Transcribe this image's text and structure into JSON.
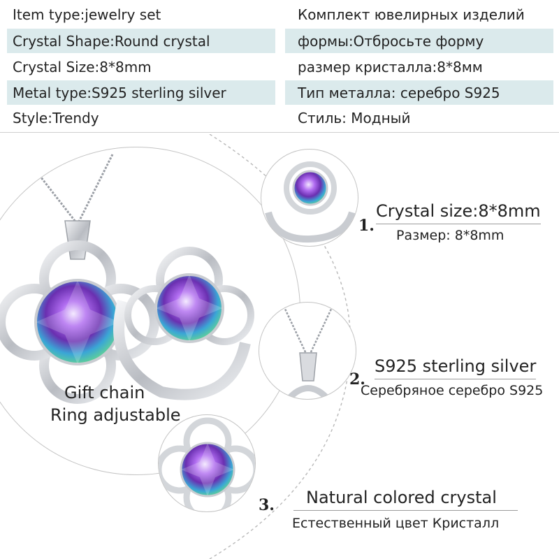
{
  "specs": {
    "left": [
      "Item type:jewelry set",
      "Crystal Shape:Round crystal",
      "Crystal Size:8*8mm",
      "Metal type:S925 sterling silver",
      "Style:Trendy"
    ],
    "right": [
      "Комплект ювелирных изделий",
      "формы:Отбросьте форму",
      "размер кристалла:8*8мм",
      "Тип металла: серебро S925",
      "Стиль: Модный"
    ]
  },
  "captions": {
    "gift_chain": "Gift chain",
    "ring_adjustable": "Ring adjustable"
  },
  "features": [
    {
      "number": "1.",
      "en": "Crystal size:8*8mm",
      "ru": "Размер: 8*8mm"
    },
    {
      "number": "2.",
      "en": "S925 sterling silver",
      "ru": "Серебряное серебро S925"
    },
    {
      "number": "3.",
      "en": "Natural colored crystal",
      "ru": "Естественный цвет Кристалл"
    }
  ],
  "colors": {
    "row_shade": "#dbeaec",
    "silver": "#c9ccd1",
    "gem_purple": "#6a2fb0",
    "gem_blue": "#3aa6d6",
    "gem_green": "#5ecf9a"
  },
  "icons": [
    "necklace-chain-icon",
    "clover-pendant-icon",
    "ring-icon",
    "crystal-gem-icon"
  ]
}
